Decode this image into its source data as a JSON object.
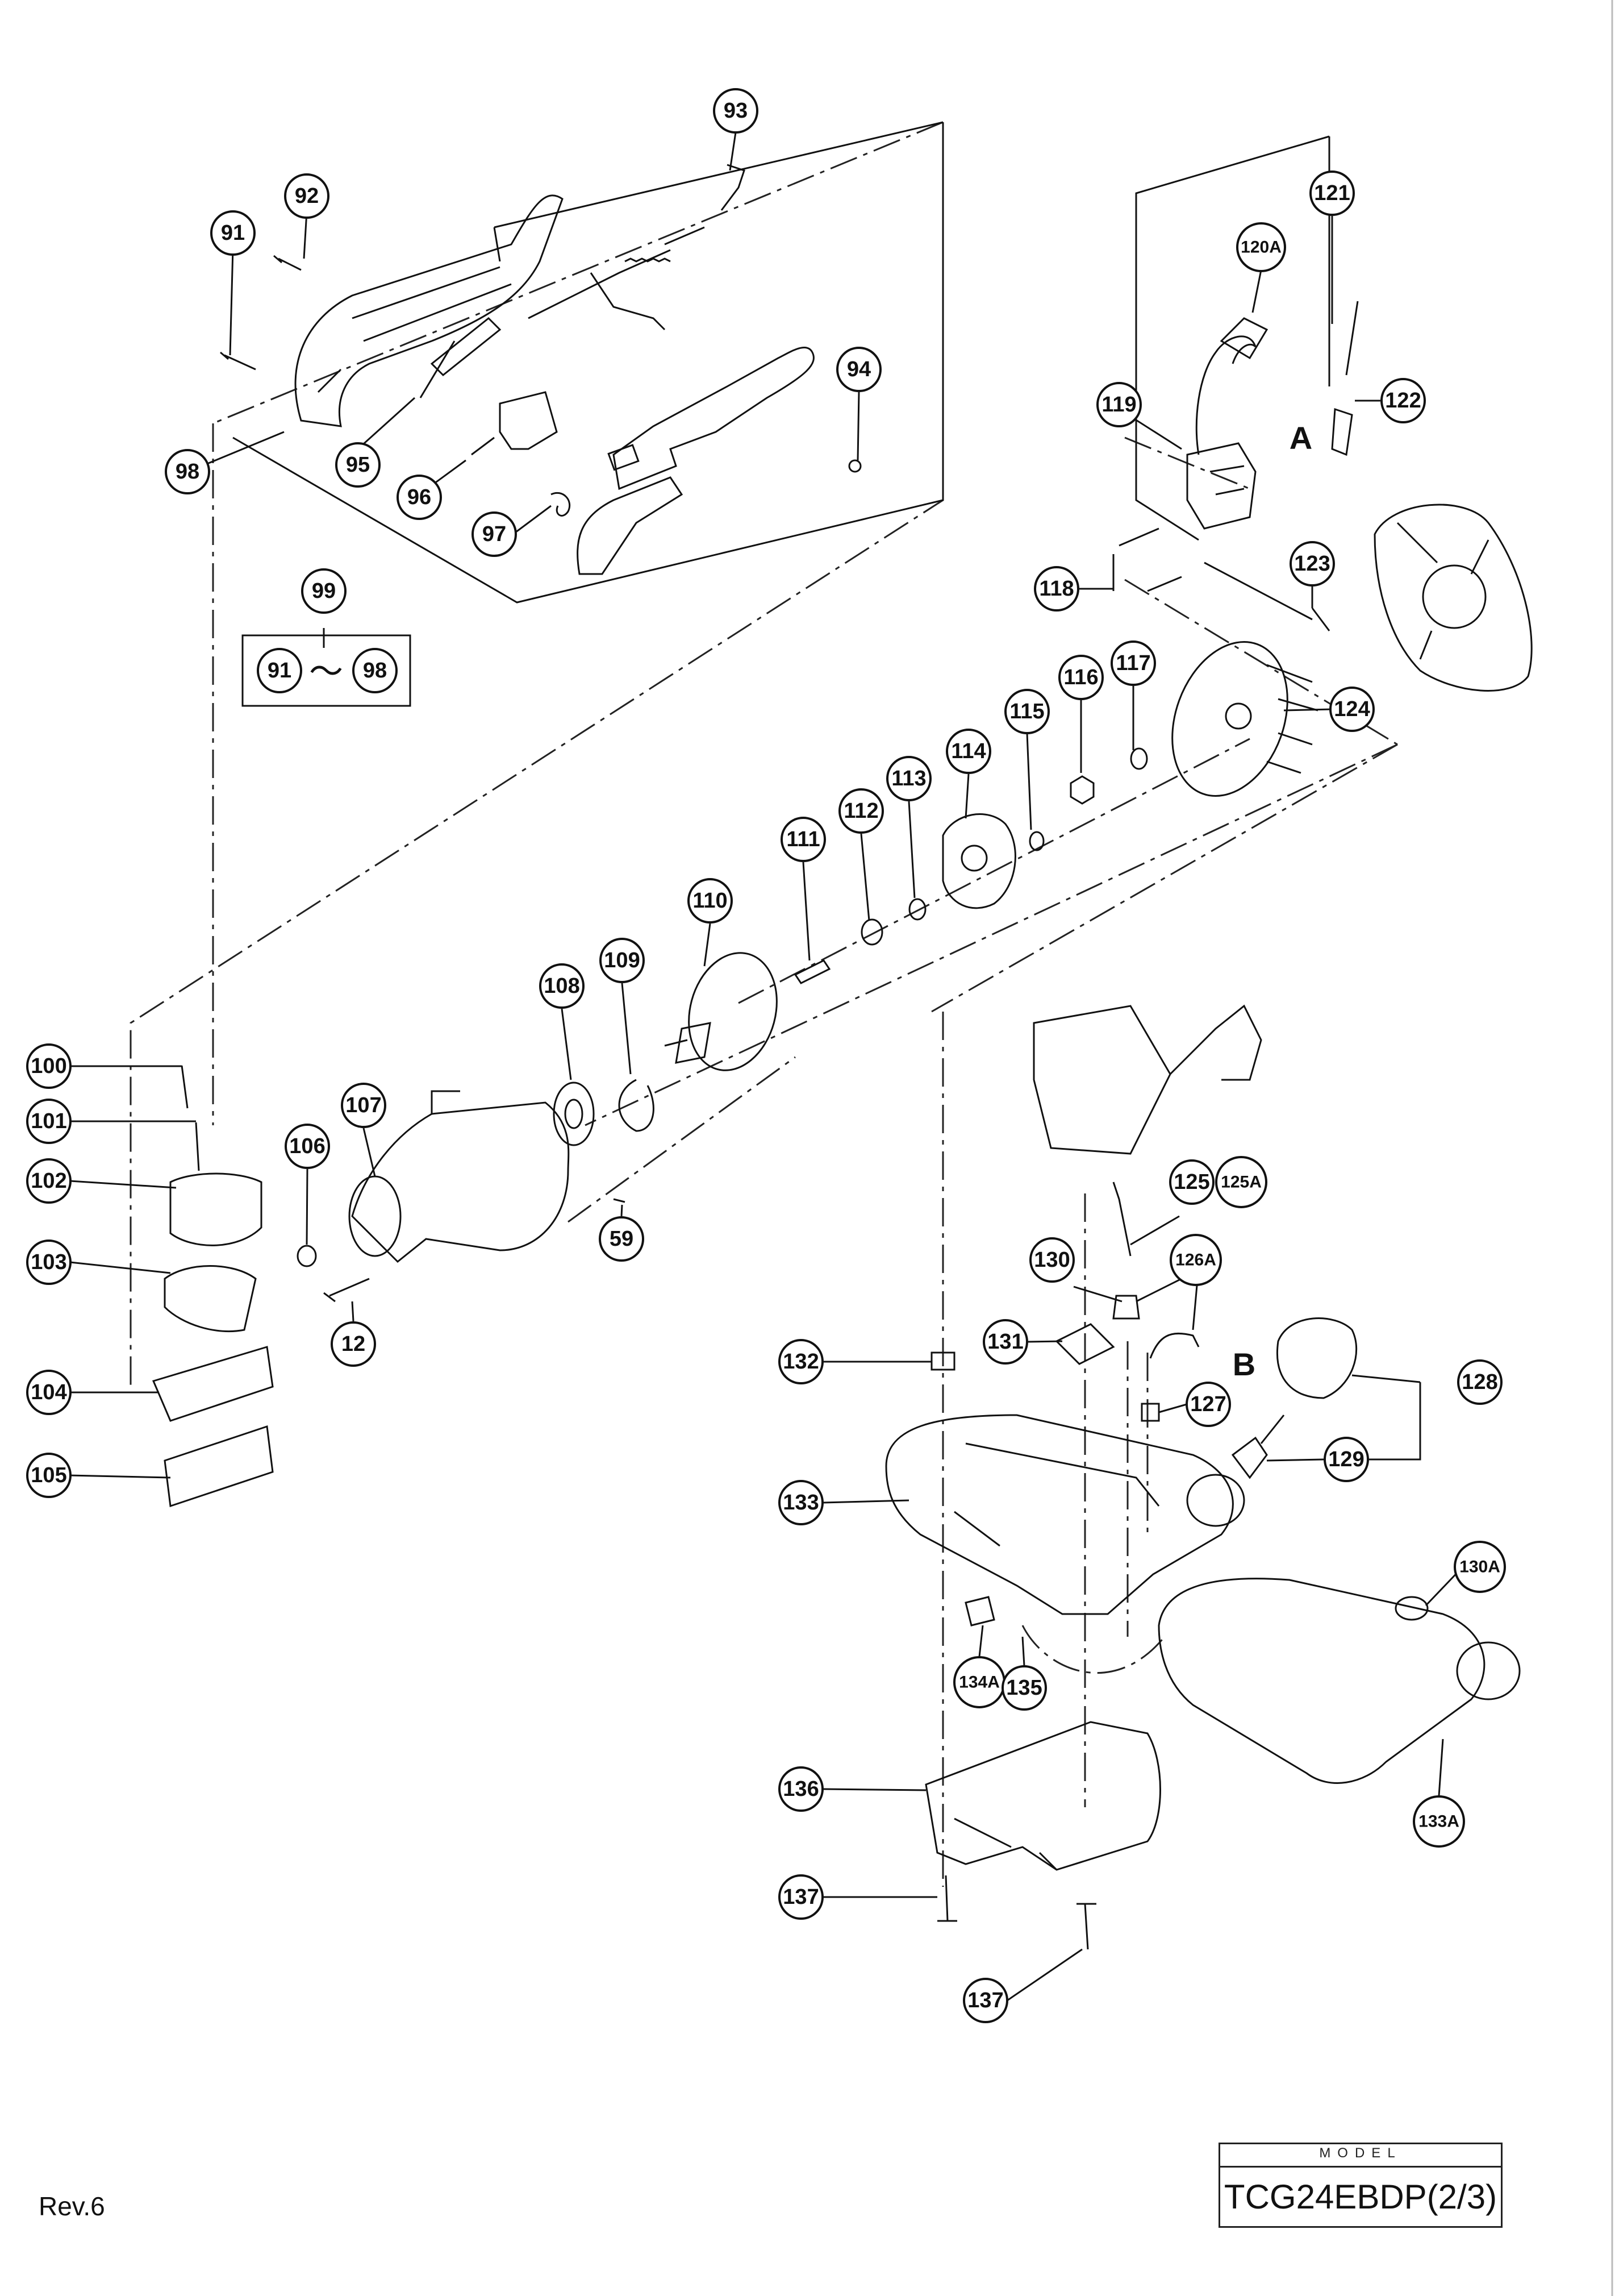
{
  "callouts": {
    "c12": "12",
    "c59": "59",
    "c91": "91",
    "c92": "92",
    "c93": "93",
    "c94": "94",
    "c95": "95",
    "c96": "96",
    "c97": "97",
    "c98": "98",
    "c99": "99",
    "c100": "100",
    "c101": "101",
    "c102": "102",
    "c103": "103",
    "c104": "104",
    "c105": "105",
    "c106": "106",
    "c107": "107",
    "c108": "108",
    "c109": "109",
    "c110": "110",
    "c111": "111",
    "c112": "112",
    "c113": "113",
    "c114": "114",
    "c115": "115",
    "c116": "116",
    "c117": "117",
    "c118": "118",
    "c119": "119",
    "c120A": "120A",
    "c121": "121",
    "c122": "122",
    "c123": "123",
    "c124": "124",
    "c125": "125",
    "c125A": "125A",
    "c126A": "126A",
    "c127": "127",
    "c128": "128",
    "c129": "129",
    "c130": "130",
    "c130A": "130A",
    "c131": "131",
    "c132": "132",
    "c133": "133",
    "c133A": "133A",
    "c134A": "134A",
    "c135": "135",
    "c136": "136",
    "c137a": "137",
    "c137b": "137"
  },
  "set_range": {
    "from": "91",
    "tilde": "〜",
    "to": "98"
  },
  "markers": {
    "a": "A",
    "b": "B"
  },
  "model": {
    "caption": "MODEL",
    "name": "TCG24EBDP(2/3)"
  },
  "revision": "Rev.6"
}
